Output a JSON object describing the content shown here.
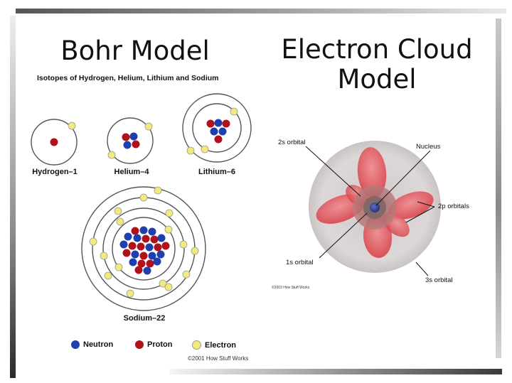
{
  "bohr": {
    "title": "Bohr Model",
    "subtitle": "Isotopes of Hydrogen, Helium, Lithium and Sodium",
    "atoms": [
      {
        "label": "Hydrogen–1"
      },
      {
        "label": "Helium–4"
      },
      {
        "label": "Lithium–6"
      },
      {
        "label": "Sodium–22"
      }
    ],
    "legend": [
      {
        "label": "Neutron",
        "color": "#1e3fae"
      },
      {
        "label": "Proton",
        "color": "#b0121c"
      },
      {
        "label": "Electron",
        "color": "#f2ea7c"
      }
    ],
    "copyright": "©2001 How Stuff Works"
  },
  "cloud": {
    "title_line1": "Electron Cloud",
    "title_line2": "Model",
    "labels": {
      "orbital_2s": "2s orbital",
      "nucleus": "Nucleus",
      "orbitals_2p": "2p orbitals",
      "orbital_1s": "1s orbital",
      "orbital_3s": "3s orbital"
    },
    "copyright": "©2003 How Stuff Works"
  },
  "colors": {
    "neutron": "#1e3fae",
    "proton": "#b0121c",
    "electron": "#f2ea7c",
    "lobe": "#e2545c",
    "sphere": "#d9d5d5"
  }
}
